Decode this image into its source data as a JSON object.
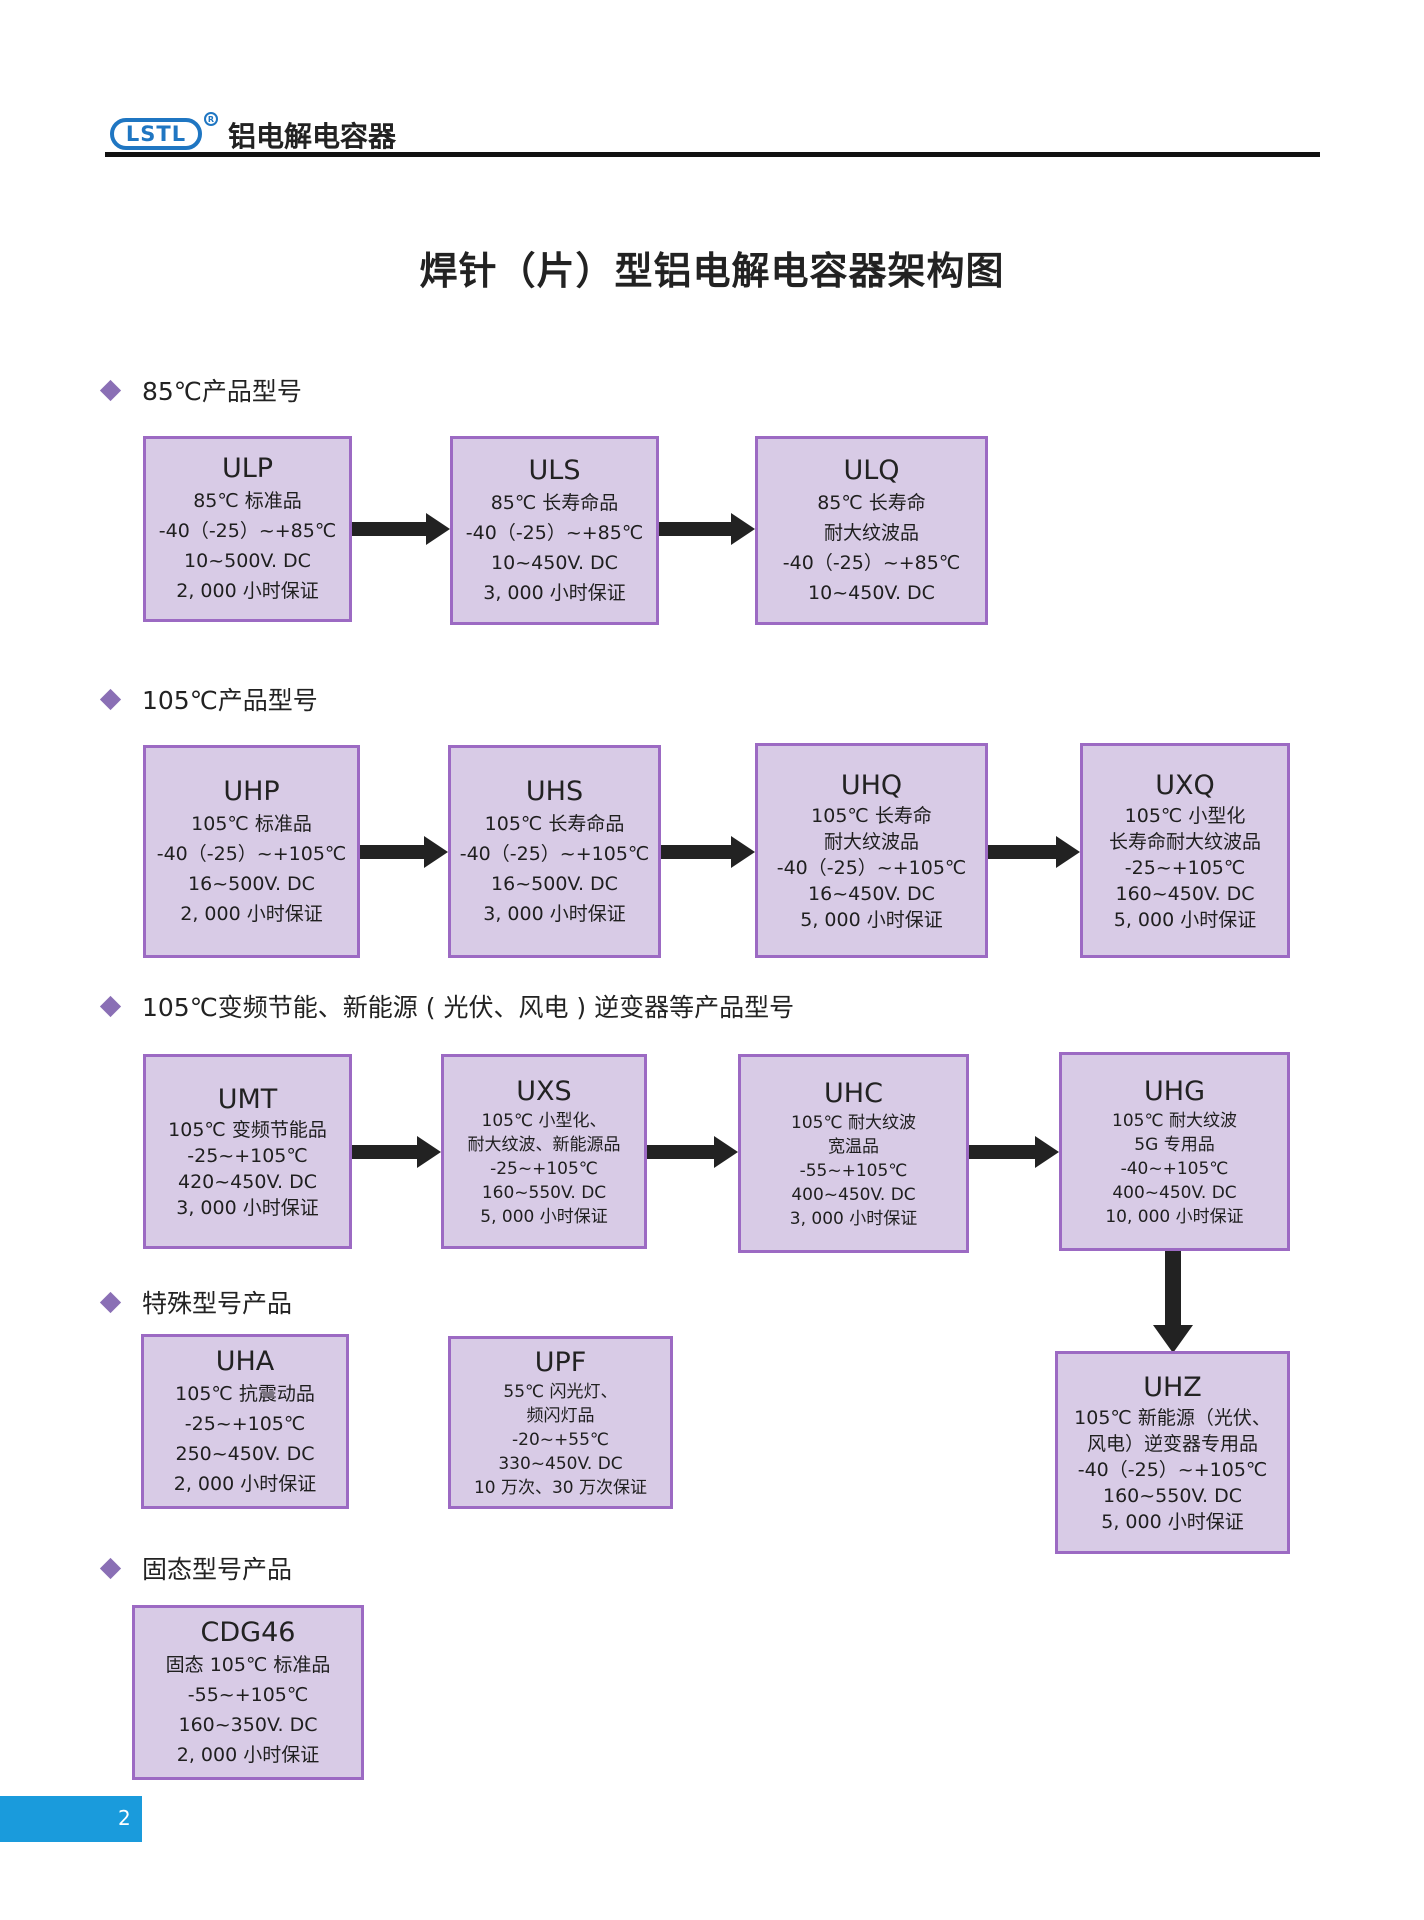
{
  "header": {
    "logo_text": "LSTL",
    "registered_mark": "R",
    "brand_title": "铝电解电容器"
  },
  "page_title": "焊针（片）型铝电解电容器架构图",
  "sections": {
    "s85": "85℃产品型号",
    "s105": "105℃产品型号",
    "s105_inverter": "105℃变频节能、新能源 ( 光伏、风电 ) 逆变器等产品型号",
    "special": "特殊型号产品",
    "solid": "固态型号产品"
  },
  "products": {
    "ulp": {
      "name": "ULP",
      "lines": [
        "85℃ 标准品",
        "-40（-25）~+85℃",
        "10~500V. DC",
        "2, 000 小时保证"
      ]
    },
    "uls": {
      "name": "ULS",
      "lines": [
        "85℃ 长寿命品",
        "-40（-25）~+85℃",
        "10~450V. DC",
        "3, 000 小时保证"
      ]
    },
    "ulq": {
      "name": "ULQ",
      "lines": [
        "85℃ 长寿命",
        "耐大纹波品",
        "-40（-25）~+85℃",
        "10~450V. DC"
      ]
    },
    "uhp": {
      "name": "UHP",
      "lines": [
        "105℃ 标准品",
        "-40（-25）~+105℃",
        "16~500V. DC",
        "2, 000 小时保证"
      ]
    },
    "uhs": {
      "name": "UHS",
      "lines": [
        "105℃ 长寿命品",
        "-40（-25）~+105℃",
        "16~500V. DC",
        "3, 000 小时保证"
      ]
    },
    "uhq": {
      "name": "UHQ",
      "lines": [
        "105℃ 长寿命",
        "耐大纹波品",
        "-40（-25）~+105℃",
        "16~450V. DC",
        "5, 000 小时保证"
      ]
    },
    "uxq": {
      "name": "UXQ",
      "lines": [
        "105℃ 小型化",
        "长寿命耐大纹波品",
        "-25~+105℃",
        "160~450V. DC",
        "5, 000 小时保证"
      ]
    },
    "umt": {
      "name": "UMT",
      "lines": [
        "105℃ 变频节能品",
        "-25~+105℃",
        "420~450V. DC",
        "3, 000 小时保证"
      ]
    },
    "uxs": {
      "name": "UXS",
      "lines": [
        "105℃ 小型化、",
        "耐大纹波、新能源品",
        "-25~+105℃",
        "160~550V. DC",
        "5, 000 小时保证"
      ]
    },
    "uhc": {
      "name": "UHC",
      "lines": [
        "105℃ 耐大纹波",
        "宽温品",
        "-55~+105℃",
        "400~450V. DC",
        "3, 000 小时保证"
      ]
    },
    "uhg": {
      "name": "UHG",
      "lines": [
        "105℃ 耐大纹波",
        "5G 专用品",
        "-40~+105℃",
        "400~450V. DC",
        "10, 000 小时保证"
      ]
    },
    "uha": {
      "name": "UHA",
      "lines": [
        "105℃ 抗震动品",
        "-25~+105℃",
        "250~450V. DC",
        "2, 000 小时保证"
      ]
    },
    "upf": {
      "name": "UPF",
      "lines": [
        "55℃ 闪光灯、",
        "频闪灯品",
        "-20~+55℃",
        "330~450V. DC",
        "10 万次、30 万次保证"
      ]
    },
    "uhz": {
      "name": "UHZ",
      "lines": [
        "105℃ 新能源（光伏、",
        "风电）逆变器专用品",
        "-40（-25）~+105℃",
        "160~550V. DC",
        "5, 000 小时保证"
      ]
    },
    "cdg46": {
      "name": "CDG46",
      "lines": [
        "固态 105℃ 标准品",
        "-55~+105℃",
        "160~350V. DC",
        "2, 000 小时保证"
      ]
    }
  },
  "footer": {
    "page_number": "2"
  },
  "colors": {
    "box_fill": "#d8cbe6",
    "box_border": "#9c6ac3",
    "bullet": "#8a6fb5",
    "arrow": "#222222",
    "logo": "#1f76c2",
    "page_tab": "#1a9bdc"
  }
}
